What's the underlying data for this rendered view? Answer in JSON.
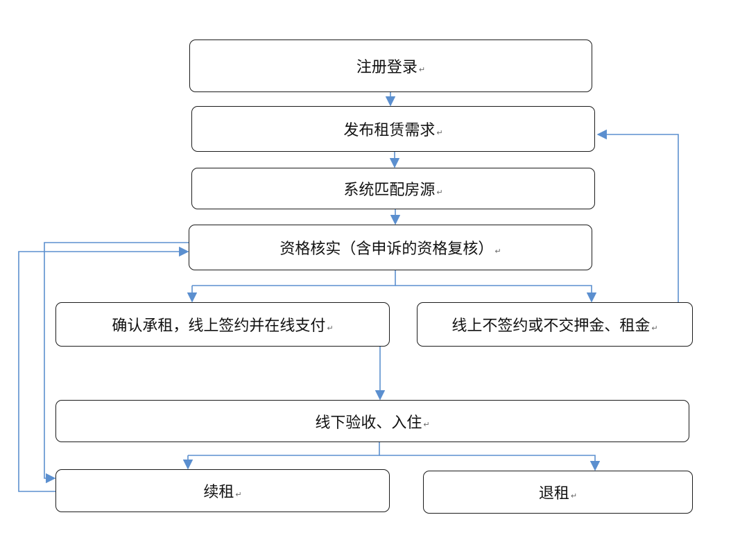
{
  "colors": {
    "arrow": "#5b8fcf",
    "border": "#1a1a1a",
    "text": "#111111"
  },
  "paragraph_mark": "↵",
  "nodes": {
    "register": "注册登录",
    "publish": "发布租赁需求",
    "match": "系统匹配房源",
    "verify": "资格核实（含申诉的资格复核）",
    "confirm": "确认承租，线上签约并在线支付",
    "reject": "线上不签约或不交押金、租金",
    "checkin": "线下验收、入住",
    "renew": "续租",
    "terminate": "退租"
  }
}
